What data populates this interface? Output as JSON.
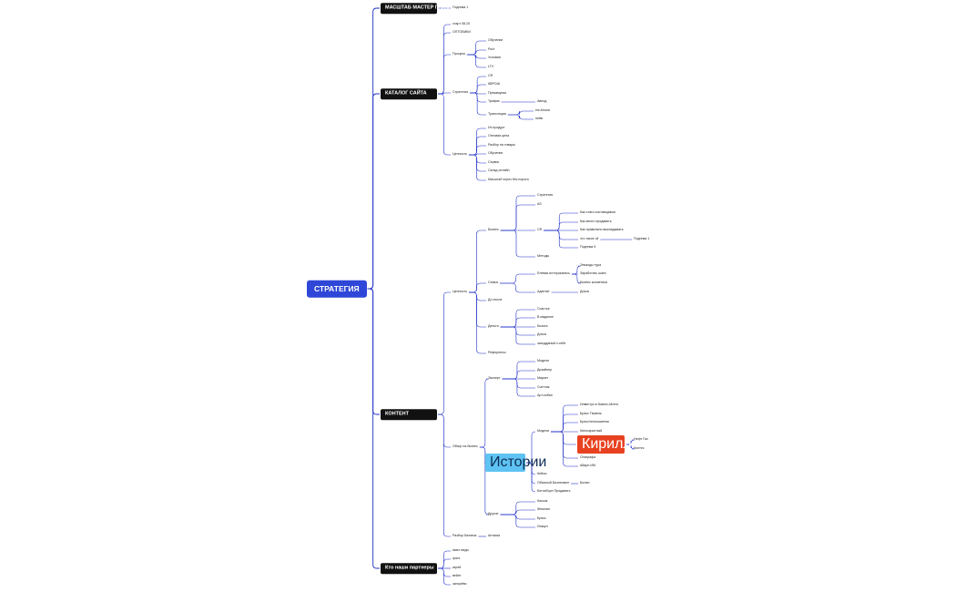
{
  "colors": {
    "root": "#2f47d8",
    "main": "#111111",
    "line": "#1f2fc7",
    "highlight_blue": "#5ec3f2",
    "highlight_red": "#e8411f"
  },
  "root": {
    "id": "r",
    "label": "СТРАТЕГИЯ"
  },
  "nodes": [
    {
      "id": "m1",
      "p": "r",
      "label": "МАСШТАБ МАСТЕР ГРУППА",
      "cls": "main"
    },
    {
      "id": "m1a",
      "p": "m1",
      "label": "Подгема 1"
    },
    {
      "id": "m2",
      "p": "r",
      "label": "КАТАЛОГ САЙТА",
      "cls": "main"
    },
    {
      "id": "c1",
      "p": "m2",
      "label": "старт 08.20"
    },
    {
      "id": "c2",
      "p": "m2",
      "label": "ОПТОВИКИ"
    },
    {
      "id": "c3",
      "p": "m2",
      "label": "Процесс"
    },
    {
      "id": "c3a",
      "p": "c3",
      "label": "Обучение"
    },
    {
      "id": "c3b",
      "p": "c3",
      "label": "Рост"
    },
    {
      "id": "c3c",
      "p": "c3",
      "label": "Условия"
    },
    {
      "id": "c3d",
      "p": "c3",
      "label": "LTV"
    },
    {
      "id": "c4",
      "p": "m2",
      "label": "Стратегия"
    },
    {
      "id": "c4a",
      "p": "c4",
      "label": "CR"
    },
    {
      "id": "c4b",
      "p": "c4",
      "label": "КВРОШ"
    },
    {
      "id": "c4c",
      "p": "c4",
      "label": "Прекамупки"
    },
    {
      "id": "c4d",
      "p": "c4",
      "label": "Трафик"
    },
    {
      "id": "c4d1",
      "p": "c4d",
      "label": "Авнод"
    },
    {
      "id": "c4e",
      "p": "c4",
      "label": "Трансляция"
    },
    {
      "id": "c4e1",
      "p": "c4e",
      "label": "ею-Кнопи"
    },
    {
      "id": "c4e2",
      "p": "c4e",
      "label": "нейв"
    },
    {
      "id": "c5",
      "p": "m2",
      "label": "Ценность"
    },
    {
      "id": "c5a",
      "p": "c5",
      "label": "Ит-продукт"
    },
    {
      "id": "c5b",
      "p": "c5",
      "label": "Оптовая цена"
    },
    {
      "id": "c5c",
      "p": "c5",
      "label": "Разбор на товары"
    },
    {
      "id": "c5d",
      "p": "c5",
      "label": "Обучение"
    },
    {
      "id": "c5e",
      "p": "c5",
      "label": "Сервис"
    },
    {
      "id": "c5f",
      "p": "c5",
      "label": "Склад онлайн"
    },
    {
      "id": "c5g",
      "p": "c5",
      "label": "Масштаб через без порога"
    },
    {
      "id": "m3",
      "p": "r",
      "label": "КОНТЕНТ",
      "cls": "main"
    },
    {
      "id": "k1",
      "p": "m3",
      "label": "Ценность"
    },
    {
      "id": "k1a",
      "p": "k1",
      "label": "Бизнес"
    },
    {
      "id": "k1a1",
      "p": "k1a",
      "label": "Стратегия"
    },
    {
      "id": "k1a2",
      "p": "k1a",
      "label": "AS"
    },
    {
      "id": "k1a3",
      "p": "k1a",
      "label": "CR"
    },
    {
      "id": "k1a3a",
      "p": "k1a3",
      "label": "Как стать поставщиком"
    },
    {
      "id": "k1a3b",
      "p": "k1a3",
      "label": "Как много продавать"
    },
    {
      "id": "k1a3c",
      "p": "k1a3",
      "label": "Как правильно выкладывать"
    },
    {
      "id": "k1a3d",
      "p": "k1a3",
      "label": "что такое oll"
    },
    {
      "id": "k1a3d1",
      "p": "k1a3d",
      "label": "Подгема 1"
    },
    {
      "id": "k1a3e",
      "p": "k1a3",
      "label": "Подгема 5"
    },
    {
      "id": "k1a4",
      "p": "k1a",
      "label": "Методы"
    },
    {
      "id": "k1b",
      "p": "k1",
      "label": "Семья"
    },
    {
      "id": "k1b1",
      "p": "k1b",
      "label": "Елевая истерозапись"
    },
    {
      "id": "k1b1a",
      "p": "k1b1",
      "label": "Эпизоды тура"
    },
    {
      "id": "k1b1b",
      "p": "k1b1",
      "label": "Заработать шанс"
    },
    {
      "id": "k1b1c",
      "p": "k1b1",
      "label": "Бизнес косметика"
    },
    {
      "id": "k1b2",
      "p": "k1b",
      "label": "Адаптат"
    },
    {
      "id": "k1b2a",
      "p": "k1b2",
      "label": "Дочка"
    },
    {
      "id": "k1c",
      "p": "k1",
      "label": "До посла"
    },
    {
      "id": "k1d",
      "p": "k1",
      "label": "Деньги"
    },
    {
      "id": "k1d1",
      "p": "k1d",
      "label": "Счастье"
    },
    {
      "id": "k1d2",
      "p": "k1d",
      "label": "В мадиоле"
    },
    {
      "id": "k1d3",
      "p": "k1d",
      "label": "Бизота"
    },
    {
      "id": "k1d4",
      "p": "k1d",
      "label": "Дочка"
    },
    {
      "id": "k1d5",
      "p": "k1d",
      "label": "заходданый к себе"
    },
    {
      "id": "k1e",
      "p": "k1",
      "label": "Референсы"
    },
    {
      "id": "k2",
      "p": "m3",
      "label": "Обзор на бизнес"
    },
    {
      "id": "k2a",
      "p": "k2",
      "label": "Эксперт"
    },
    {
      "id": "k2a1",
      "p": "k2a",
      "label": "Модели"
    },
    {
      "id": "k2a2",
      "p": "k2a",
      "label": "Дизайнер"
    },
    {
      "id": "k2a3",
      "p": "k2a",
      "label": "Маркет"
    },
    {
      "id": "k2a4",
      "p": "k2a",
      "label": "Счетчик"
    },
    {
      "id": "k2a5",
      "p": "k2a",
      "label": "Арт-кобан"
    },
    {
      "id": "k2b",
      "p": "k2",
      "label": "Истории",
      "cls": "hl-blue"
    },
    {
      "id": "k2b1",
      "p": "k2b",
      "label": "Модели"
    },
    {
      "id": "k2b1a",
      "p": "k2b1",
      "label": "Инвентус в бизнес-Мгенс"
    },
    {
      "id": "k2b1b",
      "p": "k2b1",
      "label": "Брекс Тюмень"
    },
    {
      "id": "k2b1c",
      "p": "k2b1",
      "label": "Брекс/ген/косметик"
    },
    {
      "id": "k2b1d",
      "p": "k2b1",
      "label": "Киноскрытный"
    },
    {
      "id": "k2b1e",
      "p": "k2b1",
      "label": "Кирилл Козлов",
      "cls": "hl-red"
    },
    {
      "id": "k2b1e1",
      "p": "k2b1e",
      "label": "Нефт Газ"
    },
    {
      "id": "k2b1e2",
      "p": "k2b1e",
      "label": "Колтес"
    },
    {
      "id": "k2b1f",
      "p": "k2b1",
      "label": "Олиграфа"
    },
    {
      "id": "k2b1g",
      "p": "k2b1",
      "label": "Айарн ИМ"
    },
    {
      "id": "k2b2",
      "p": "k2b",
      "label": "Кейсы"
    },
    {
      "id": "k2b3",
      "p": "k2b",
      "label": "Обычный Бизнесмен"
    },
    {
      "id": "k2b3a",
      "p": "k2b3",
      "label": "Билан"
    },
    {
      "id": "k2b4",
      "p": "k2b",
      "label": "Бегчиборн Продавать"
    },
    {
      "id": "k2c",
      "p": "k2",
      "label": "Другие"
    },
    {
      "id": "k2c1",
      "p": "k2c",
      "label": "Касьяк"
    },
    {
      "id": "k2c2",
      "p": "k2c",
      "label": "Жемлан"
    },
    {
      "id": "k2c3",
      "p": "k2c",
      "label": "Брекс"
    },
    {
      "id": "k2c4",
      "p": "k2c",
      "label": "Итакун"
    },
    {
      "id": "k3",
      "p": "m3",
      "label": "Разбор бизнеса"
    },
    {
      "id": "k3a",
      "p": "k3",
      "label": "Антагия"
    },
    {
      "id": "m4",
      "p": "r",
      "label": "Кто наши партнеры",
      "cls": "main"
    },
    {
      "id": "m4a",
      "p": "m4",
      "label": "ямех меди"
    },
    {
      "id": "m4b",
      "p": "m4",
      "label": "гринг"
    },
    {
      "id": "m4c",
      "p": "m4",
      "label": "агрей"
    },
    {
      "id": "m4d",
      "p": "m4",
      "label": "вейнт"
    },
    {
      "id": "m4e",
      "p": "m4",
      "label": "запорёво"
    }
  ]
}
